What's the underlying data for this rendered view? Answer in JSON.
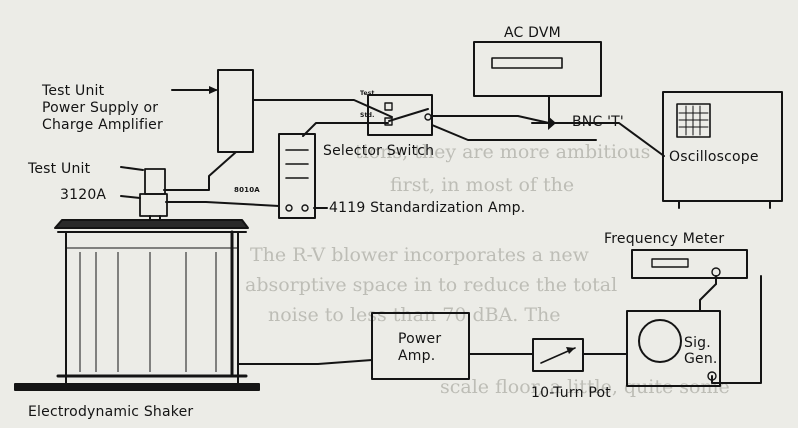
{
  "labels": {
    "ac_dvm": "AC DVM",
    "test_unit_power": [
      "Test Unit",
      "Power Supply or",
      "Charge Amplifier"
    ],
    "test_tap": "Test",
    "std_tap": "Std.",
    "bnc_t": "BNC 'T'",
    "oscilloscope": "Oscilloscope",
    "selector_switch": "Selector Switch",
    "test_unit": "Test Unit",
    "accelerometer_model": "3120A",
    "ref_accel_tag": "8010A",
    "standardization_amp": "4119 Standardization Amp.",
    "frequency_meter": "Frequency Meter",
    "power_amp": [
      "Power",
      "Amp."
    ],
    "sig_gen": [
      "Sig.",
      "Gen."
    ],
    "ten_turn_pot": "10-Turn Pot",
    "shaker": "Electrodynamic Shaker"
  },
  "bleed_through": [
    "tions, they are more ambitious",
    "first, in most of the",
    "The R-V blower incorporates a new",
    "absorptive space in to reduce the total",
    "noise to less than 70 dBA. The",
    "scale floor, a little, quite some"
  ],
  "colors": {
    "ink": "#141414",
    "paper": "#ecece7",
    "bleed": "#bdbdb6"
  }
}
